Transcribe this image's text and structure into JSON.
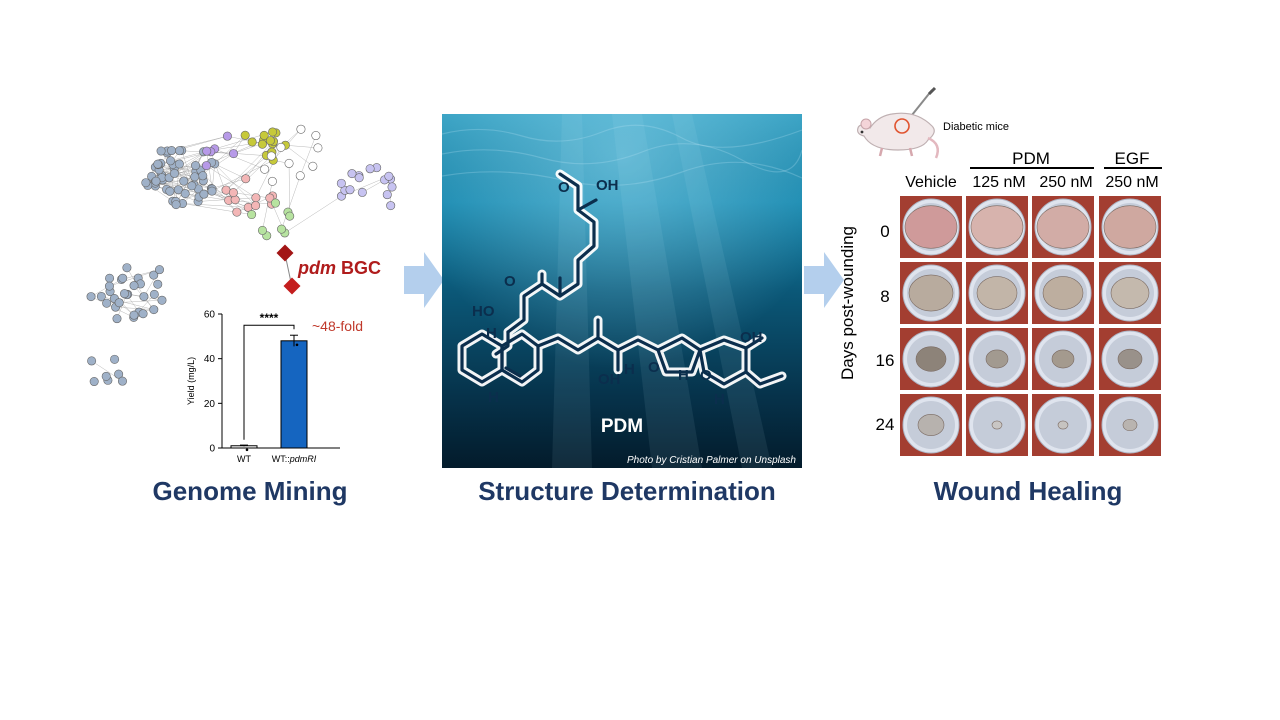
{
  "panels": {
    "genome": {
      "title": "Genome Mining"
    },
    "structure": {
      "title": "Structure Determination"
    },
    "wound": {
      "title": "Wound Healing"
    }
  },
  "network": {
    "cluster_label_italic": "pdm",
    "cluster_label_rest": " BGC",
    "highlight_color": "#b01c1c"
  },
  "chart_data": {
    "type": "bar",
    "categories": [
      "WT",
      "WT::pdmRI"
    ],
    "category_labels": {
      "wt": "WT",
      "mut_prefix": "WT::",
      "mut_italic": "pdmRI"
    },
    "values": [
      1,
      48
    ],
    "errors": [
      0.3,
      2.5
    ],
    "ylabel": "Yield (mg/L)",
    "ylim": [
      0,
      60
    ],
    "yticks": [
      "0",
      "20",
      "40",
      "60"
    ],
    "significance": "****",
    "annotation": "~48-fold",
    "colors": {
      "wt": "#ffffff",
      "mut": "#1565c0",
      "annotation": "#c0392b"
    }
  },
  "structure": {
    "compound_name": "PDM",
    "atoms": {
      "oh_acid": "OH",
      "o_acid": "O",
      "o_ketone": "O",
      "ho": "HO",
      "h1": "H",
      "h2": "H",
      "oh_chain": "OH",
      "o_ring1": "O",
      "h3": "H",
      "h4": "H",
      "o_ring2": "O",
      "oh_ring": "OH",
      "h5": "H"
    },
    "credit": "Photo by Cristian Palmer on Unsplash"
  },
  "wound": {
    "mouse_label": "Diabetic mice",
    "group_pdm": "PDM",
    "group_egf": "EGF",
    "columns": [
      "Vehicle",
      "125 nM",
      "250 nM",
      "250 nM"
    ],
    "rows": [
      "0",
      "8",
      "16",
      "24"
    ],
    "yaxis_label": "Days post-wounding"
  }
}
